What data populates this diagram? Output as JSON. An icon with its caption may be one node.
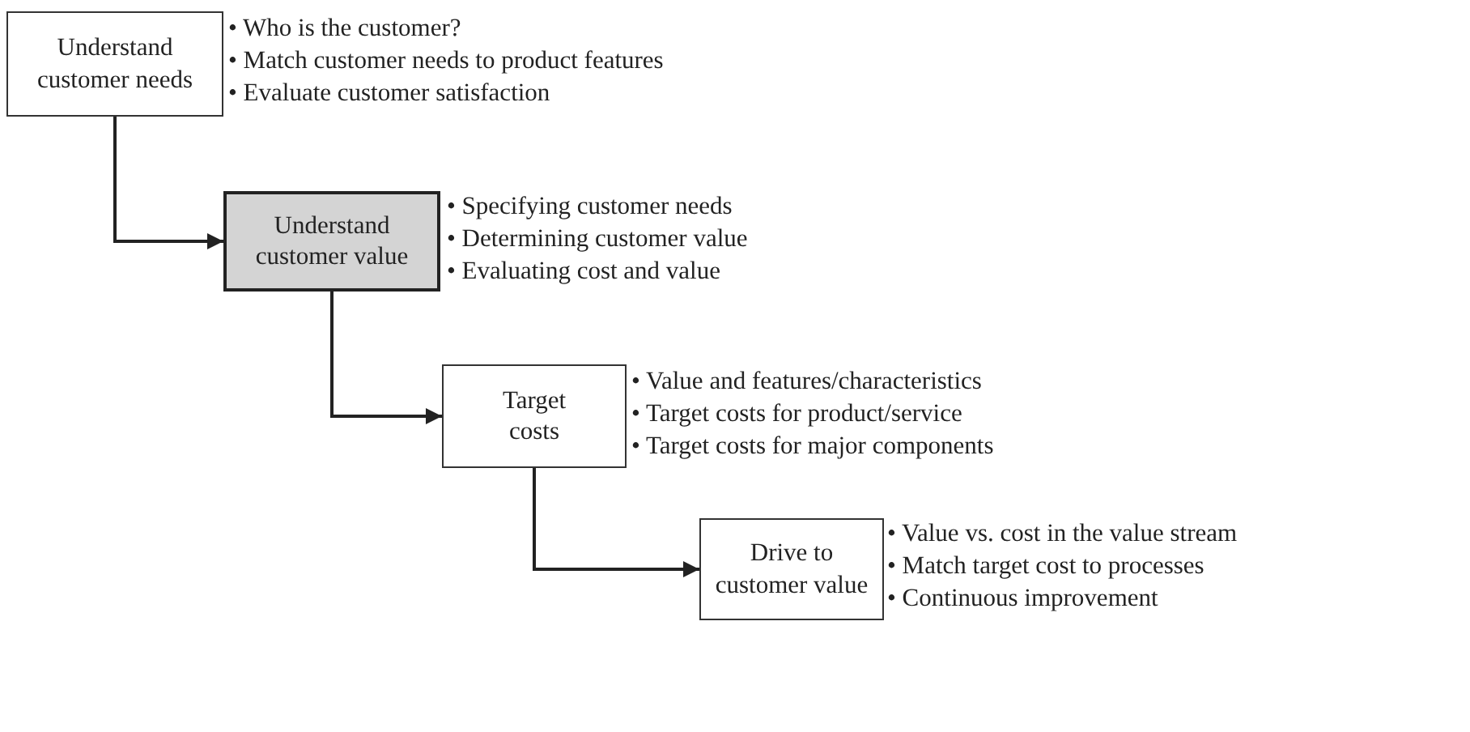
{
  "diagram": {
    "nodes": [
      {
        "text": [
          "Understand customer needs"
        ],
        "beside": [
          "• Who is the customer?",
          "• Match customer needs to product features",
          "• Evaluate customer satisfaction"
        ]
      },
      {
        "text": [
          "Understand customer value"
        ],
        "beside": [
          "• Specifying customer needs",
          "• Determining customer value",
          "• Evaluating cost and value"
        ]
      },
      {
        "text": [
          "Target costs"
        ],
        "beside": [
          "• Value and features/characteristics",
          "• Target costs for product/service",
          "• Target costs for major components"
        ]
      },
      {
        "text": [
          "Drive to customer value"
        ],
        "beside": [
          "• Value vs. cost in the value stream",
          "• Match target cost to processes",
          "• Continuous improvement"
        ]
      }
    ],
    "edges": [
      {
        "from": 0,
        "to": 1,
        "arrow": "to"
      },
      {
        "from": 1,
        "to": 2,
        "arrow": "to"
      },
      {
        "from": 2,
        "to": 3,
        "arrow": "to"
      }
    ]
  }
}
